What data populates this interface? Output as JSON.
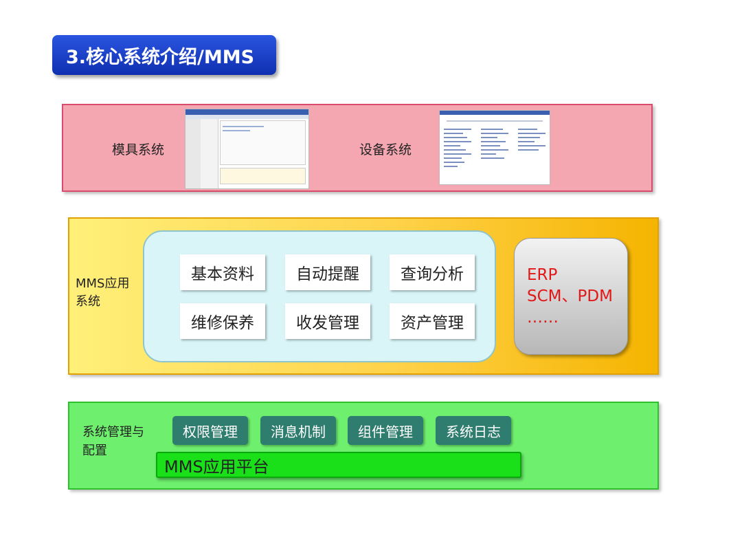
{
  "title": "3.核心系统介绍/MMS",
  "layer1": {
    "items": [
      {
        "label": "模具系统"
      },
      {
        "label": "设备系统"
      }
    ]
  },
  "layer2": {
    "label_line1": "MMS应用",
    "label_line2": "系统",
    "apps": [
      "基本资料",
      "自动提醒",
      "查询分析",
      "维修保养",
      "收发管理",
      "资产管理"
    ],
    "external": {
      "line1": "ERP",
      "line2": "SCM、PDM",
      "line3": "……",
      "color": "#e11818"
    }
  },
  "layer3": {
    "label_line1": "系统管理与",
    "label_line2": "配置",
    "items": [
      "权限管理",
      "消息机制",
      "组件管理",
      "系统日志"
    ],
    "platform": "MMS应用平台"
  }
}
